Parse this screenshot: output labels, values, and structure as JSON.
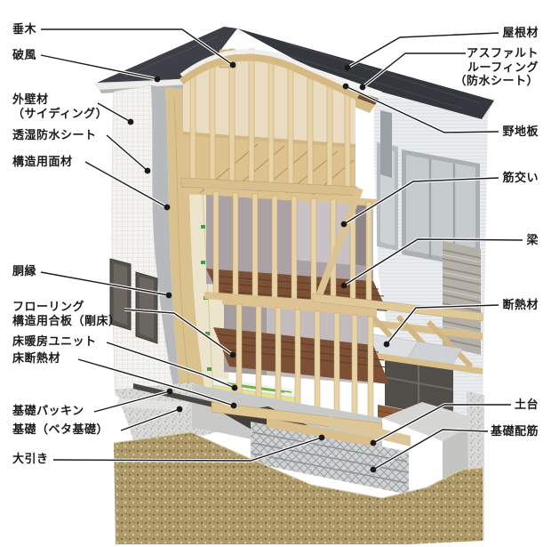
{
  "diagram": {
    "type": "wooden-house-structure-cutaway",
    "language": "ja",
    "background": "#ffffff",
    "colors": {
      "label_text": "#1a1a1a",
      "leader_line": "#1a1a1a",
      "roof": "#3a3e44",
      "wood_frame": "#e7d3a6",
      "structural_panel": "#d9c28e",
      "waterproof_sheet": "#b7babd",
      "siding": "#f4f3f0",
      "flooring": "#7c5034",
      "soil": "#ae9a6a",
      "concrete": "#d8d8d6",
      "green_stamp": "#3f9e3f"
    },
    "labels_left": [
      {
        "id": "tarumi",
        "text": "垂木"
      },
      {
        "id": "hafu",
        "text": "破風"
      },
      {
        "id": "gaihekizai",
        "text": "外壁材\n（サイディング）"
      },
      {
        "id": "toshitsu_sheet",
        "text": "透湿防水シート"
      },
      {
        "id": "kozoyo_menzai",
        "text": "構造用面材"
      },
      {
        "id": "dobuchi",
        "text": "胴縁"
      },
      {
        "id": "flooring",
        "text": "フローリング\n構造用合板（剛床）"
      },
      {
        "id": "yukadanbo_unit",
        "text": "床暖房ユニット"
      },
      {
        "id": "yuka_dannetsuzai",
        "text": "床断熱材"
      },
      {
        "id": "kiso_packing",
        "text": "基礎パッキン"
      },
      {
        "id": "kiso_beta",
        "text": "基礎（ベタ基礎）"
      },
      {
        "id": "obiki",
        "text": "大引き"
      }
    ],
    "labels_right": [
      {
        "id": "yanezai",
        "text": "屋根材"
      },
      {
        "id": "asphalt_roofing",
        "text": "アスファルト\nルーフィング\n（防水シート）"
      },
      {
        "id": "nojiita",
        "text": "野地板"
      },
      {
        "id": "sujikai",
        "text": "筋交い"
      },
      {
        "id": "hari",
        "text": "梁"
      },
      {
        "id": "dannetsuzai",
        "text": "断熱材"
      },
      {
        "id": "dodai",
        "text": "土台"
      },
      {
        "id": "kiso_haikin",
        "text": "基礎配筋"
      }
    ]
  }
}
